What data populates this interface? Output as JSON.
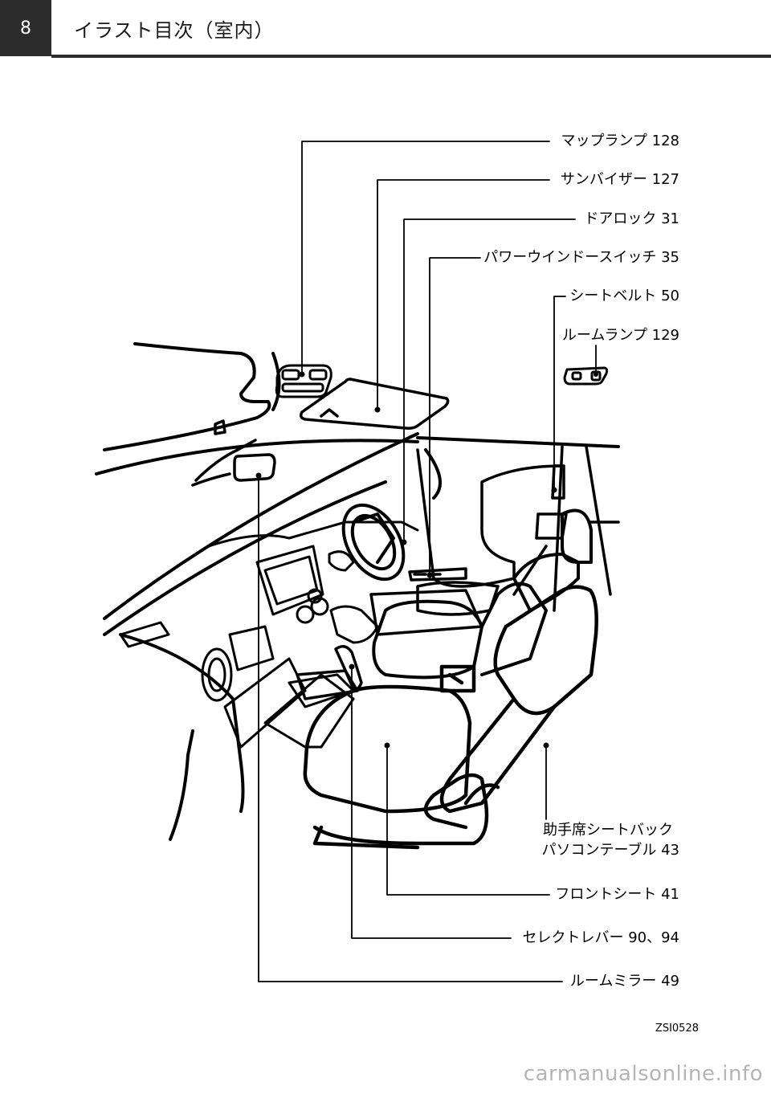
{
  "header": {
    "page_number": "8",
    "title": "イラスト目次（室内）"
  },
  "callouts": {
    "map_lamp": "マップランプ 128",
    "sun_visor": "サンバイザー 127",
    "door_lock": "ドアロック 31",
    "power_window": "パワーウインドースイッチ 35",
    "seat_belt": "シートベルト 50",
    "room_lamp": "ルームランプ 129",
    "seatback_table_line1": "助手席シートバック",
    "seatback_table_line2": "パソコンテーブル 43",
    "front_seat": "フロントシート 41",
    "select_lever": "セレクトレバー 90、94",
    "room_mirror": "ルームミラー 49"
  },
  "figure_code": "ZSI0528",
  "watermark": "carmanualsonline.info"
}
